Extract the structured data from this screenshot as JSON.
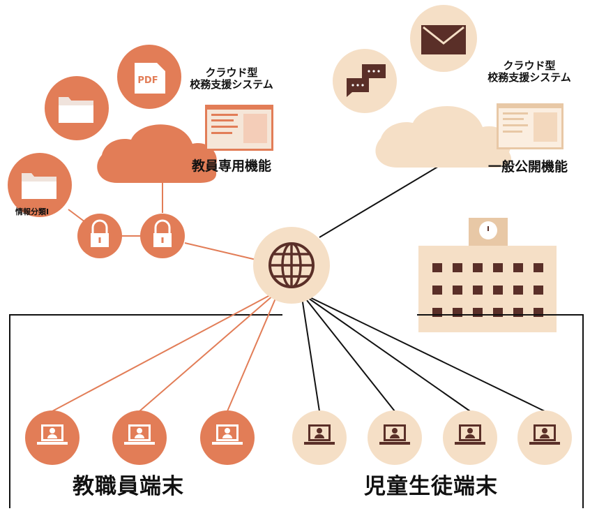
{
  "colors": {
    "orange": "#e27d57",
    "orange_dark": "#c9603b",
    "cream": "#f5dfc6",
    "cream_dark": "#e8c8a6",
    "brown": "#5a2f28",
    "white": "#ffffff",
    "black": "#111111"
  },
  "left_cloud": {
    "caption_line1": "クラウド型",
    "caption_line2": "校務支援システム",
    "function_label": "教員専用機能",
    "icons": [
      "folder-icon",
      "pdf-icon"
    ],
    "pdf_text": "PDF"
  },
  "right_cloud": {
    "caption_line1": "クラウド型",
    "caption_line2": "校務支援システム",
    "function_label": "一般公開機能",
    "icons": [
      "chat-icon",
      "mail-icon"
    ]
  },
  "security": {
    "folder_label": "情報分類Ⅰ",
    "icons": [
      "folder-icon",
      "lock-icon",
      "lock-icon"
    ]
  },
  "network_hub": {
    "icon": "globe-icon"
  },
  "school": {
    "icon": "school-building-icon"
  },
  "terminals": {
    "teacher_label": "教職員端末",
    "student_label": "児童生徒端末",
    "teacher_count": 3,
    "student_count": 4,
    "icon": "laptop-user-icon"
  }
}
